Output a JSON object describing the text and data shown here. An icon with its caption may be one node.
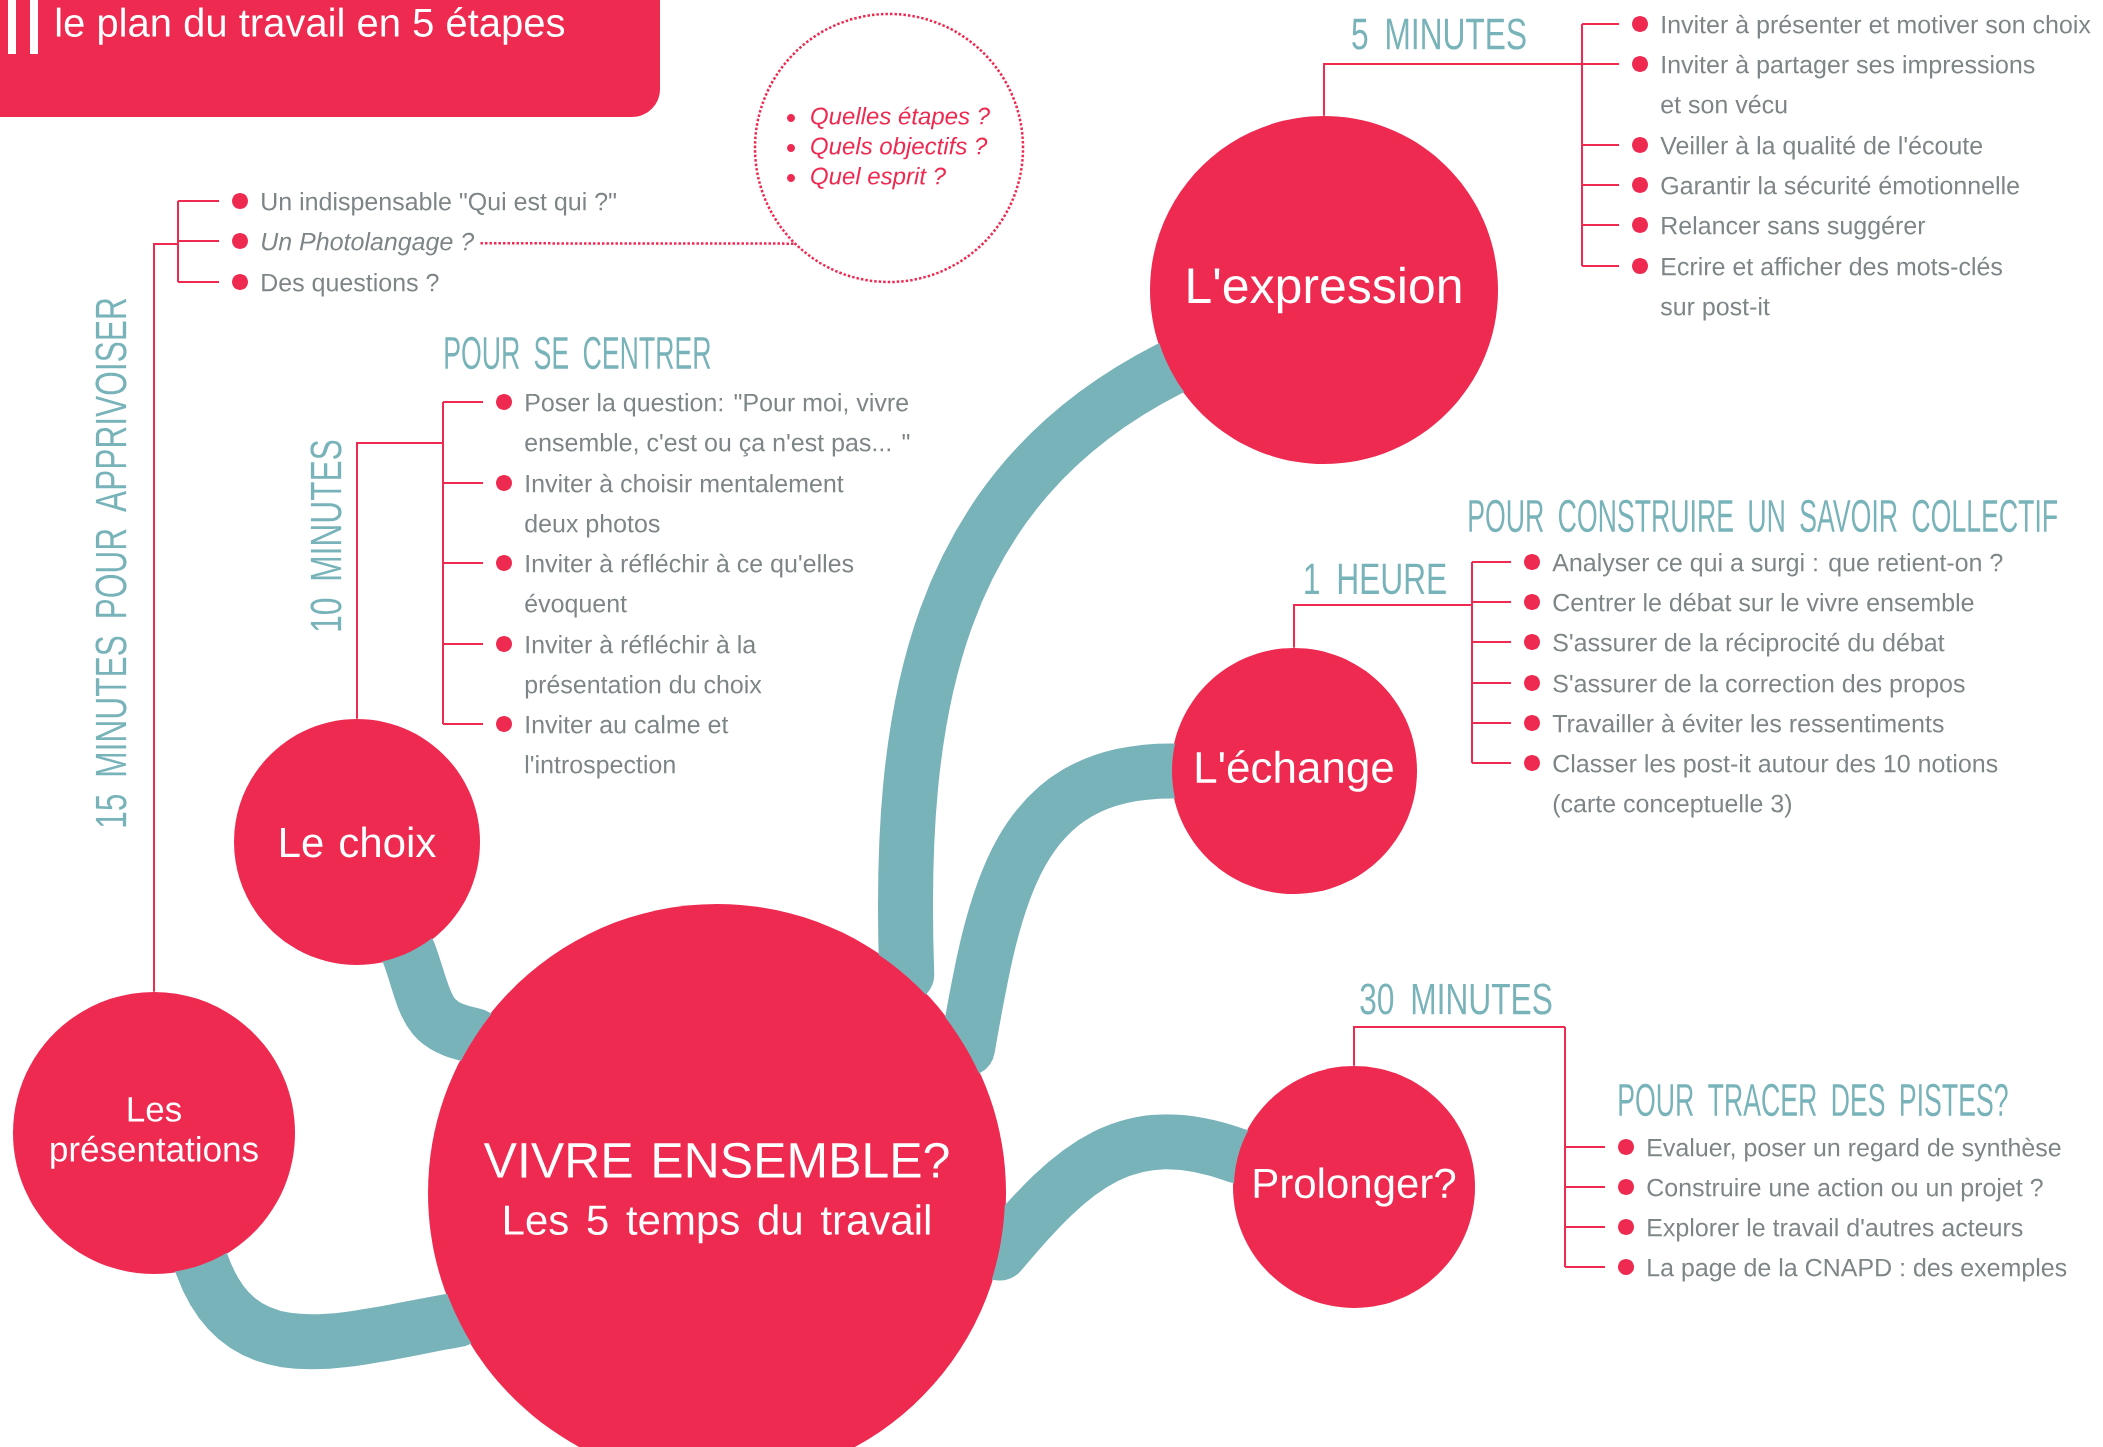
{
  "diagram": {
    "title": "le plan du travail en 5 étapes",
    "nodes": [
      {
        "text": [
          "VIVRE ENSEMBLE?",
          "Les 5 temps du travail"
        ]
      },
      {
        "text": [
          "Les présentations"
        ]
      },
      {
        "text": [
          "Le choix"
        ],
        "beside": [
          "10 MINUTES"
        ]
      },
      {
        "text": [
          "L'expression"
        ],
        "beside": [
          "5 MINUTES"
        ]
      },
      {
        "text": [
          "L'échange"
        ],
        "beside": [
          "1 HEURE"
        ]
      },
      {
        "text": [
          "Prolonger?"
        ],
        "beside": [
          "30 MINUTES"
        ]
      },
      {
        "text": [
          "Quelles étapes ?",
          "Quels objectifs ?",
          "Quel esprit ?"
        ]
      },
      {
        "text": [
          "Un  indispensable \"Qui est qui ?\""
        ]
      },
      {
        "text": [
          "Un Photolangage ?"
        ]
      },
      {
        "text": [
          "Des questions ?"
        ]
      },
      {
        "text": [
          "Poser la question: \"Pour moi, vivre ensemble, c'est ou ça n'est pas... \""
        ]
      },
      {
        "text": [
          "Inviter à choisir mentalement deux photos"
        ]
      },
      {
        "text": [
          "Inviter à réfléchir à ce qu'elles évoquent"
        ]
      },
      {
        "text": [
          "Inviter à réfléchir à la présentation du choix"
        ]
      },
      {
        "text": [
          "Inviter au calme et l'introspection"
        ]
      },
      {
        "text": [
          "Inviter à présenter et motiver son choix"
        ]
      },
      {
        "text": [
          "Inviter à partager ses impressions et son vécu"
        ]
      },
      {
        "text": [
          "Veiller à la qualité de l'écoute"
        ]
      },
      {
        "text": [
          "Garantir la sécurité émotionnelle"
        ]
      },
      {
        "text": [
          "Relancer sans suggérer"
        ]
      },
      {
        "text": [
          "Ecrire et afficher des mots-clés sur post-it"
        ]
      },
      {
        "text": [
          "Analyser ce qui a surgi : que retient-on ?"
        ]
      },
      {
        "text": [
          "Centrer le débat sur le vivre ensemble"
        ]
      },
      {
        "text": [
          "S'assurer de la réciprocité du débat"
        ]
      },
      {
        "text": [
          "S'assurer de la correction des propos"
        ]
      },
      {
        "text": [
          "Travailler à éviter les ressentiments"
        ]
      },
      {
        "text": [
          "Classer les post-it autour des 10 notions (carte conceptuelle 3)"
        ]
      },
      {
        "text": [
          "Evaluer, poser un regard de synthèse"
        ]
      },
      {
        "text": [
          "Construire une action ou un projet ?"
        ]
      },
      {
        "text": [
          "Explorer le travail d'autres acteurs"
        ]
      },
      {
        "text": [
          "La page de la CNAPD : des exemples"
        ]
      }
    ],
    "edges": [
      {
        "from": 0,
        "to": 1,
        "arrow": "none",
        "style": "thick",
        "color": "#79b3ba"
      },
      {
        "from": 0,
        "to": 2,
        "arrow": "none",
        "style": "thick",
        "color": "#79b3ba"
      },
      {
        "from": 0,
        "to": 3,
        "arrow": "none",
        "style": "thick",
        "color": "#79b3ba"
      },
      {
        "from": 0,
        "to": 4,
        "arrow": "none",
        "style": "thick",
        "color": "#79b3ba"
      },
      {
        "from": 0,
        "to": 5,
        "arrow": "none",
        "style": "thick",
        "color": "#79b3ba"
      },
      {
        "from": 1,
        "to": 7,
        "arrow": "none"
      },
      {
        "from": 1,
        "to": 8,
        "arrow": "none"
      },
      {
        "from": 1,
        "to": 9,
        "arrow": "none"
      },
      {
        "from": 2,
        "to": 10,
        "arrow": "none"
      },
      {
        "from": 2,
        "to": 11,
        "arrow": "none"
      },
      {
        "from": 2,
        "to": 12,
        "arrow": "none"
      },
      {
        "from": 2,
        "to": 13,
        "arrow": "none"
      },
      {
        "from": 2,
        "to": 14,
        "arrow": "none"
      },
      {
        "from": 3,
        "to": 15,
        "arrow": "none"
      },
      {
        "from": 3,
        "to": 16,
        "arrow": "none"
      },
      {
        "from": 3,
        "to": 17,
        "arrow": "none"
      },
      {
        "from": 3,
        "to": 18,
        "arrow": "none"
      },
      {
        "from": 3,
        "to": 19,
        "arrow": "none"
      },
      {
        "from": 3,
        "to": 20,
        "arrow": "none"
      },
      {
        "from": 4,
        "to": 21,
        "arrow": "none"
      },
      {
        "from": 4,
        "to": 22,
        "arrow": "none"
      },
      {
        "from": 4,
        "to": 23,
        "arrow": "none"
      },
      {
        "from": 4,
        "to": 24,
        "arrow": "none"
      },
      {
        "from": 4,
        "to": 25,
        "arrow": "none"
      },
      {
        "from": 4,
        "to": 26,
        "arrow": "none"
      },
      {
        "from": 5,
        "to": 27,
        "arrow": "none"
      },
      {
        "from": 5,
        "to": 28,
        "arrow": "none"
      },
      {
        "from": 5,
        "to": 29,
        "arrow": "none"
      },
      {
        "from": 5,
        "to": 30,
        "arrow": "none"
      },
      {
        "from": 8,
        "to": 6,
        "arrow": "none",
        "style": "dashed"
      }
    ],
    "labels": [
      "15 MINUTES POUR APPRIVOISER",
      "POUR SE CENTRER",
      "POUR CONSTRUIRE UN SAVOIR COLLECTIF",
      "POUR TRACER DES PISTES?"
    ]
  }
}
